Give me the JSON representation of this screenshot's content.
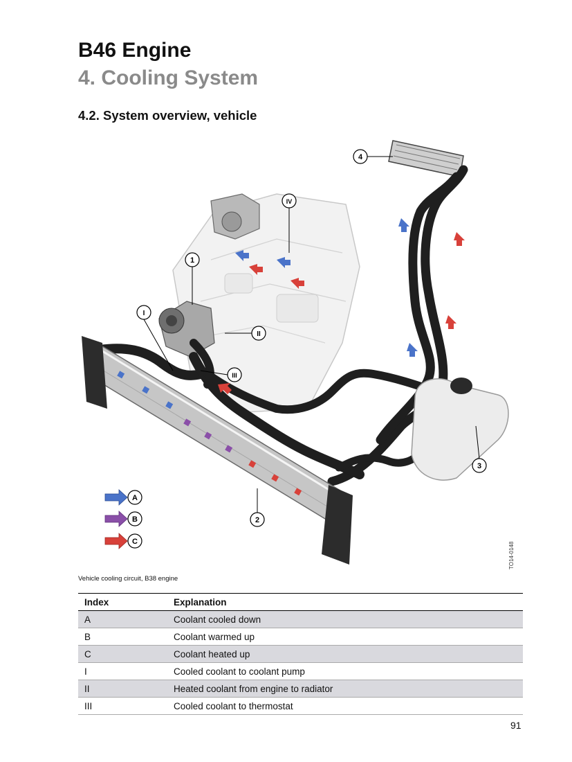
{
  "header": {
    "title": "B46 Engine",
    "chapter": "4. Cooling System",
    "section": "4.2. System overview, vehicle"
  },
  "figure": {
    "callouts": [
      "1",
      "2",
      "3",
      "4",
      "I",
      "II",
      "III",
      "IV"
    ],
    "legend": [
      "A",
      "B",
      "C"
    ],
    "legend_colors": {
      "A": "#4a73c9",
      "B": "#8a4fa8",
      "C": "#d8413a"
    },
    "figure_code": "TO14-0148",
    "caption": "Vehicle cooling circuit, B38 engine"
  },
  "table": {
    "headers": [
      "Index",
      "Explanation"
    ],
    "rows": [
      {
        "index": "A",
        "text": "Coolant cooled down"
      },
      {
        "index": "B",
        "text": "Coolant warmed up"
      },
      {
        "index": "C",
        "text": "Coolant heated up"
      },
      {
        "index": "I",
        "text": "Cooled coolant to coolant pump"
      },
      {
        "index": "II",
        "text": "Heated coolant from engine to radiator"
      },
      {
        "index": "III",
        "text": "Cooled coolant to thermostat"
      }
    ]
  },
  "page_number": "91"
}
